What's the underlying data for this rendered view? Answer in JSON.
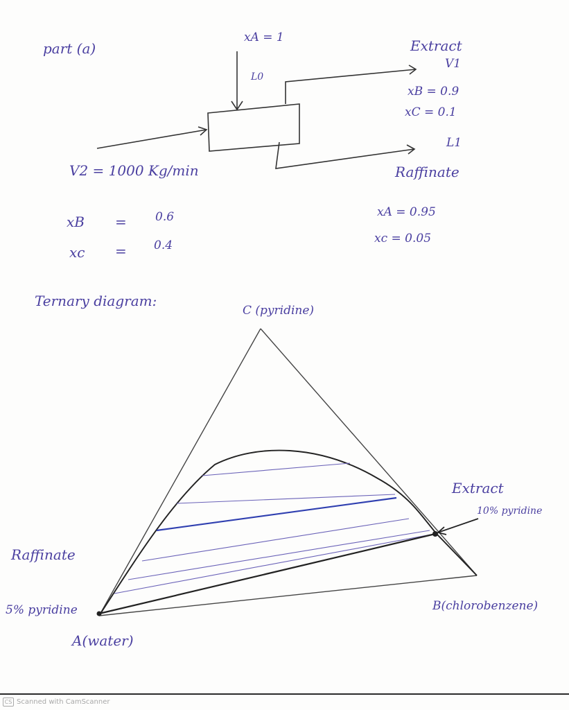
{
  "part_label": "part (a)",
  "flow_diagram": {
    "feed_top_label": "xA = 1",
    "feed_top_stream": "L0",
    "extract_title": "Extract",
    "extract_stream": "V1",
    "extract_xB": "xB = 0.9",
    "extract_xC": "xC = 0.1",
    "raffinate_stream": "L1",
    "raffinate_title": "Raffinate",
    "feed_left_label": "V2 = 1000 Kg/min",
    "feed_xB_symbol": "xB",
    "feed_xB_eq": "=",
    "feed_xB_value": "0.6",
    "feed_xC_symbol": "xc",
    "feed_xC_eq": "=",
    "feed_xC_value": "0.4",
    "raff_xA": "xA = 0.95",
    "raff_xC": "xc = 0.05"
  },
  "ternary": {
    "heading": "Ternary diagram:",
    "apex_c": "C (pyridine)",
    "vertex_a": "A(water)",
    "vertex_b": "B(chlorobenzene)",
    "extract_label": "Extract",
    "extract_note": "10% pyridine",
    "raffinate_label": "Raffinate",
    "raffinate_note": "5% pyridine"
  },
  "footer": {
    "scanner_logo": "CS",
    "scanner_text": "Scanned with CamScanner"
  },
  "colors": {
    "ink_blue": "#4a3fa0",
    "ink_black": "#222222",
    "tie_line_highlight": "#2f3fb0"
  }
}
